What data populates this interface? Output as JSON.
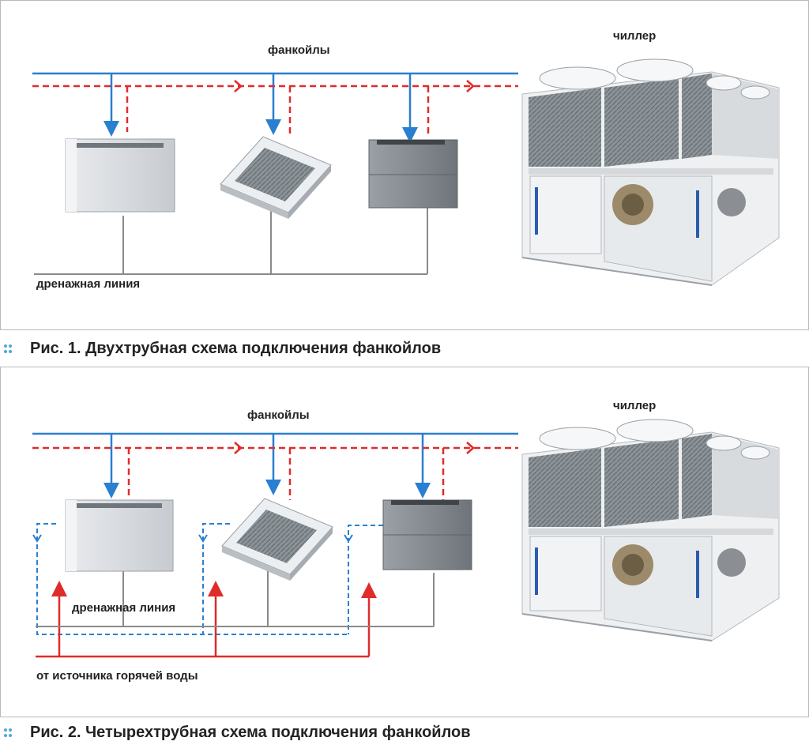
{
  "figure1": {
    "label_fancoils": "фанкойлы",
    "label_chiller": "чиллер",
    "label_drain": "дренажная линия",
    "caption": "Рис. 1. Двухтрубная схема подключения фанкойлов"
  },
  "figure2": {
    "label_fancoils": "фанкойлы",
    "label_chiller": "чиллер",
    "label_drain": "дренажная линия",
    "label_hot_water": "от источника горячей воды",
    "caption": "Рис. 2. Четырехтрубная схема подключения фанкойлов"
  },
  "colors": {
    "supply_blue": "#2a7fd0",
    "return_red": "#e02b2b",
    "drain_gray": "#8a8a8a",
    "caption_bullet": "#4ea8d8"
  }
}
